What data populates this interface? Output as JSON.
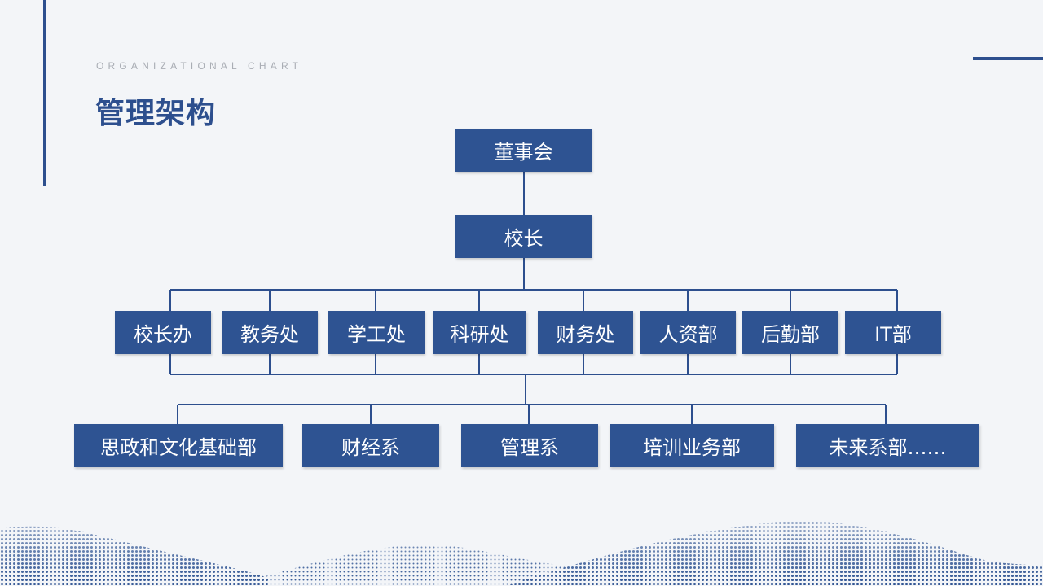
{
  "header": {
    "subtitle": "ORGANIZATIONAL CHART",
    "title": "管理架构"
  },
  "org": {
    "board": "董事会",
    "principal": "校长",
    "departments": [
      "校长办",
      "教务处",
      "学工处",
      "科研处",
      "财务处",
      "人资部",
      "后勤部",
      "IT部"
    ],
    "faculties": [
      "思政和文化基础部",
      "财经系",
      "管理系",
      "培训业务部",
      "未来系部……"
    ]
  },
  "colors": {
    "node_fill": "#2e5392",
    "accent": "#2d4f8e",
    "connector": "#2d4f8e",
    "background": "#f3f5f8"
  }
}
